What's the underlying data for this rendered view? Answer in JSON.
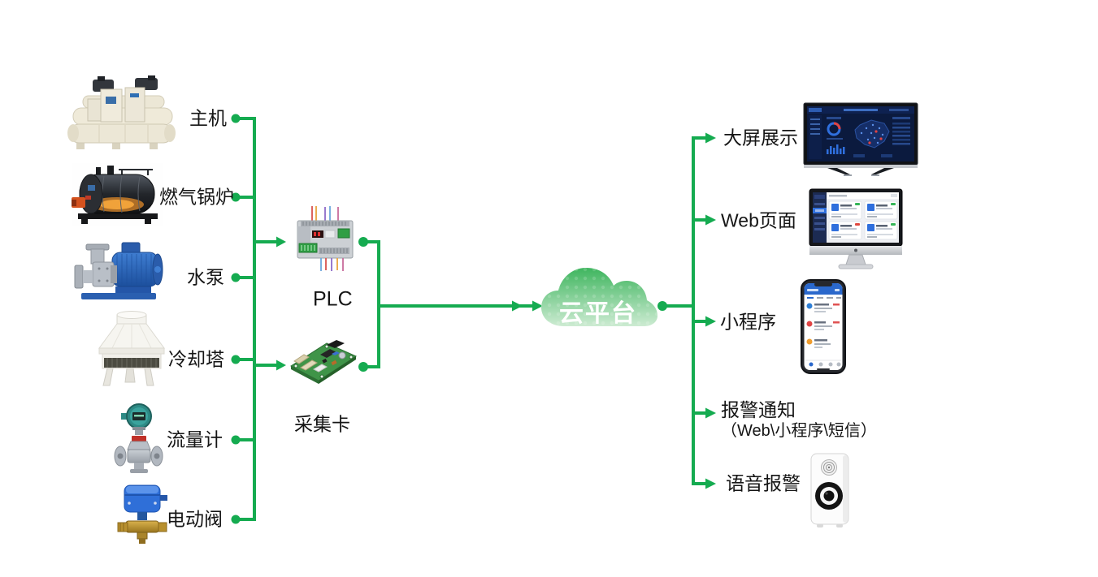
{
  "sources": [
    {
      "label": "主机",
      "icon": "chiller-icon"
    },
    {
      "label": "燃气锅炉",
      "icon": "gas-boiler-icon"
    },
    {
      "label": "水泵",
      "icon": "water-pump-icon"
    },
    {
      "label": "冷却塔",
      "icon": "cooling-tower-icon"
    },
    {
      "label": "流量计",
      "icon": "flow-meter-icon"
    },
    {
      "label": "电动阀",
      "icon": "electric-valve-icon"
    }
  ],
  "collectors": [
    {
      "label": "PLC",
      "icon": "plc-module-icon"
    },
    {
      "label": "采集卡",
      "icon": "acquisition-card-icon"
    }
  ],
  "cloud": {
    "label": "云平台"
  },
  "outputs": [
    {
      "label": "大屏展示",
      "icon": "tv-dashboard-icon"
    },
    {
      "label": "Web页面",
      "icon": "desktop-monitor-icon"
    },
    {
      "label": "小程序",
      "icon": "smartphone-icon"
    },
    {
      "label": "报警通知",
      "sublabel": "（Web\\小程序\\短信）"
    },
    {
      "label": "语音报警",
      "icon": "speaker-icon"
    }
  ],
  "colors": {
    "line_green": "#15ab50",
    "cloud_green_top": "#3eb55e",
    "cloud_green_bottom": "#cdebd2",
    "label_text": "#151515"
  }
}
